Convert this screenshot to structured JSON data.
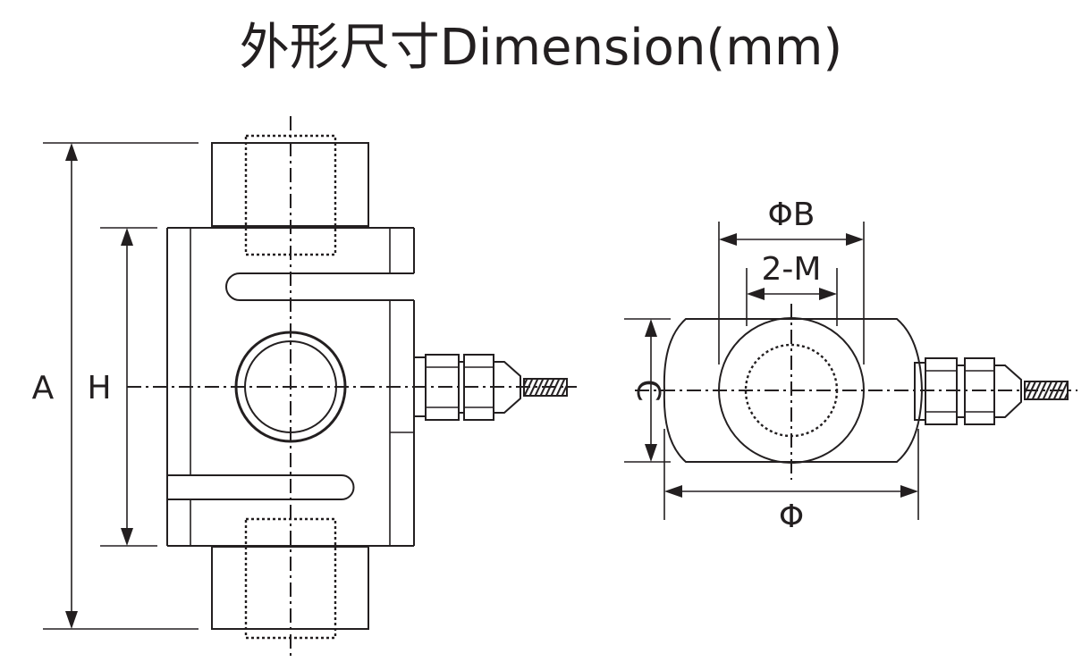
{
  "title": "外形尺寸Dimension(mm)",
  "front_view": {
    "dim_a": "A",
    "dim_h": "H"
  },
  "side_view": {
    "dim_b": "ΦB",
    "dim_m": "2-M",
    "dim_c": "C",
    "dim_phi": "Φ"
  },
  "colors": {
    "ink": "#231f20",
    "background": "#ffffff"
  }
}
